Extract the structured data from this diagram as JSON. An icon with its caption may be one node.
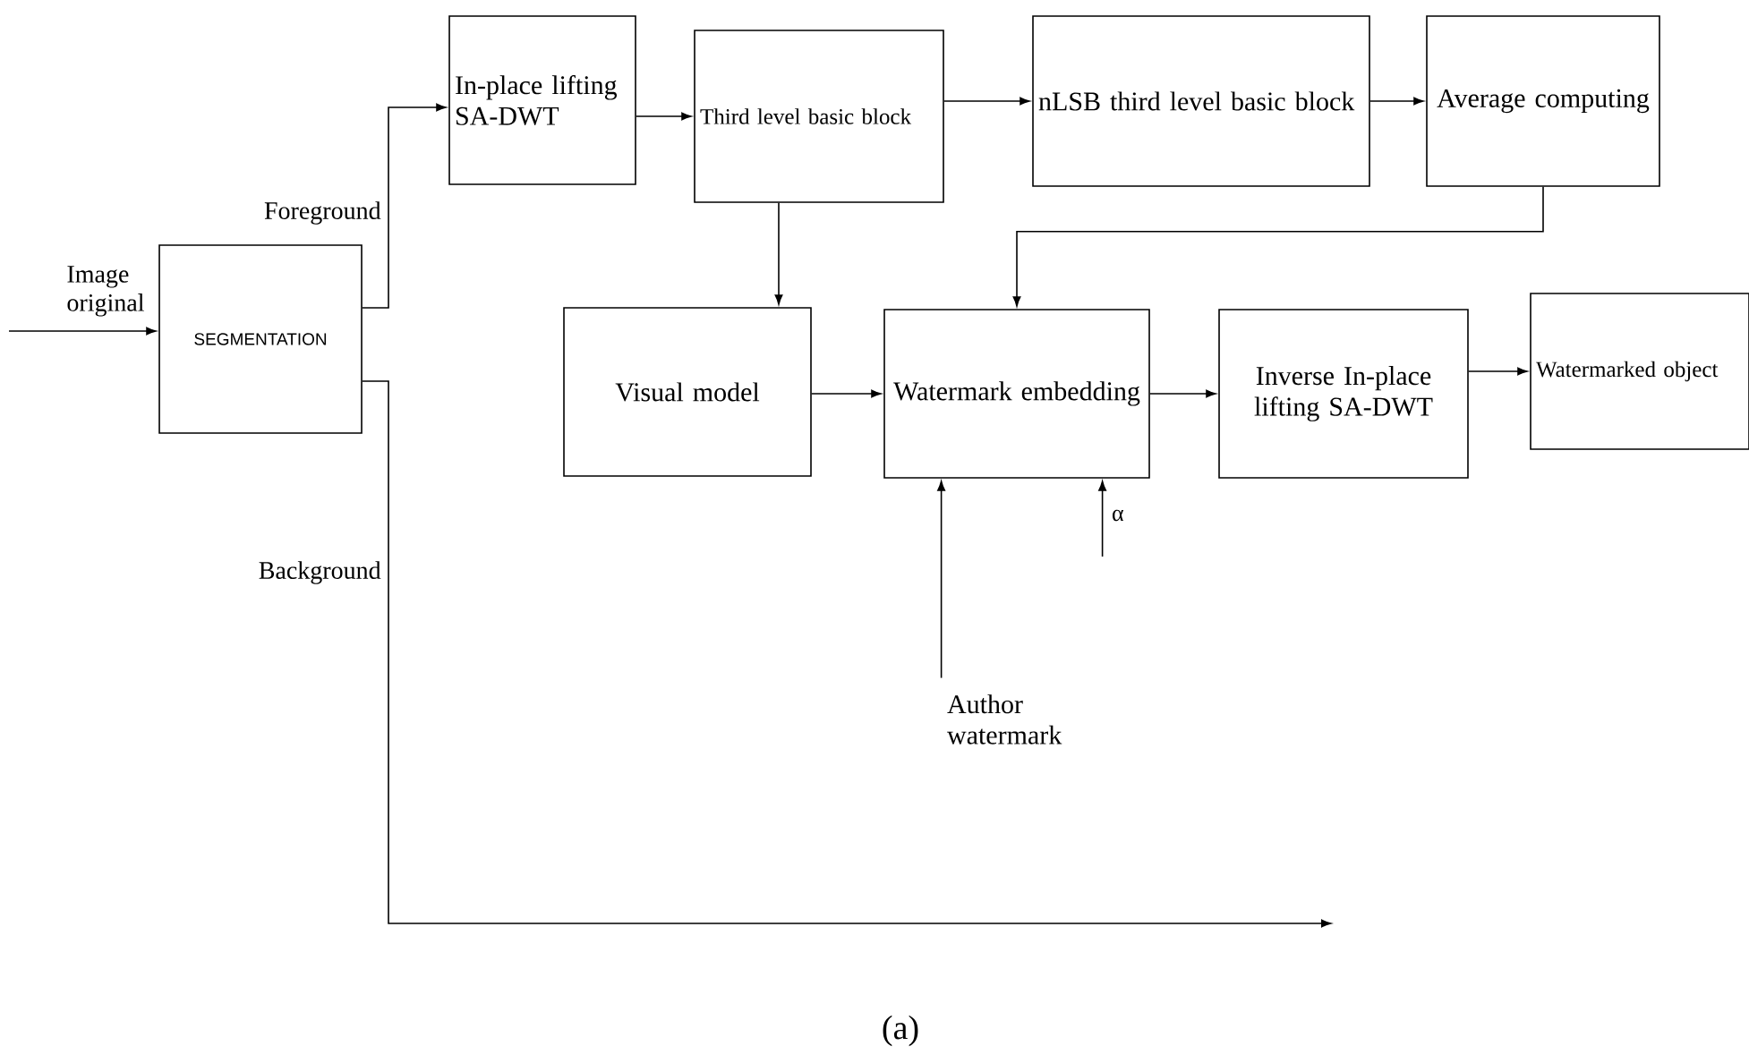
{
  "diagram": {
    "caption": "(a)",
    "nodes": [
      {
        "text": [
          "SEGMENTATION"
        ]
      },
      {
        "text": [
          "In-place lifting SA-DWT"
        ]
      },
      {
        "text": [
          "Third level basic block"
        ]
      },
      {
        "text": [
          "nLSB third level basic block"
        ]
      },
      {
        "text": [
          "Average computing"
        ]
      },
      {
        "text": [
          "Visual model"
        ]
      },
      {
        "text": [
          "Watermark embedding"
        ]
      },
      {
        "text": [
          "Inverse In-place lifting SA-DWT"
        ]
      },
      {
        "text": [
          "Watermarked object"
        ]
      },
      {
        "text": [
          "Author watermark"
        ]
      },
      {
        "text": [
          "α"
        ]
      }
    ],
    "edges": [
      {
        "from": null,
        "to": 0,
        "arrow": "to",
        "label": "Image original"
      },
      {
        "from": 0,
        "to": 1,
        "arrow": "to",
        "label": "Foreground"
      },
      {
        "from": 0,
        "to": null,
        "arrow": "to",
        "label": "Background"
      },
      {
        "from": 1,
        "to": 2,
        "arrow": "to"
      },
      {
        "from": 2,
        "to": 3,
        "arrow": "to"
      },
      {
        "from": 3,
        "to": 4,
        "arrow": "to"
      },
      {
        "from": 4,
        "to": 6,
        "arrow": "to"
      },
      {
        "from": 2,
        "to": 5,
        "arrow": "to"
      },
      {
        "from": 5,
        "to": 6,
        "arrow": "to"
      },
      {
        "from": 6,
        "to": 7,
        "arrow": "to"
      },
      {
        "from": 7,
        "to": 8,
        "arrow": "to"
      },
      {
        "from": 9,
        "to": 6,
        "arrow": "to"
      },
      {
        "from": 10,
        "to": 6,
        "arrow": "to"
      }
    ]
  }
}
